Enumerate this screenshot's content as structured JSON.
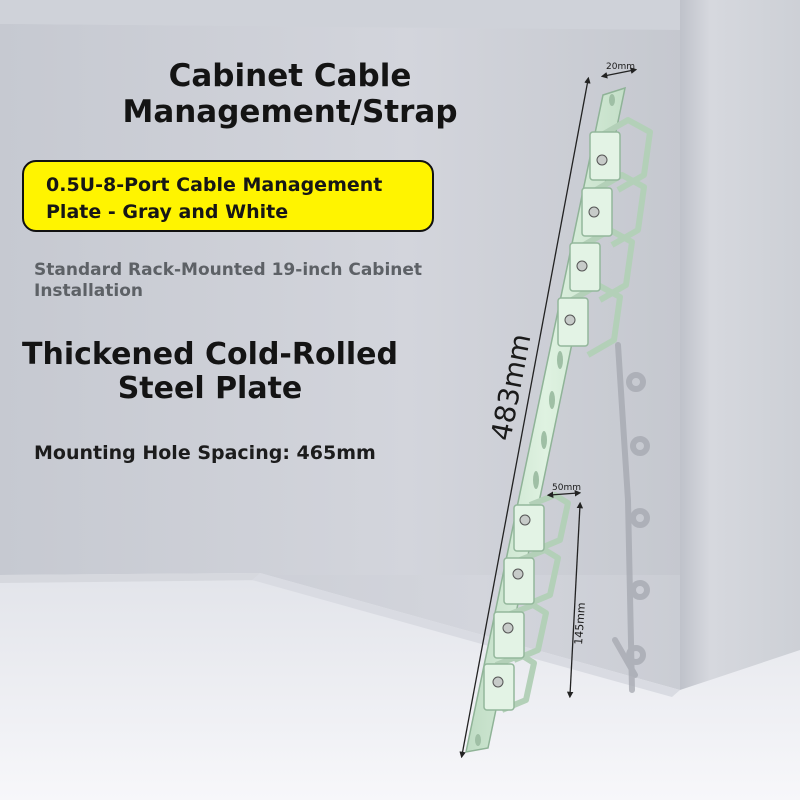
{
  "title": {
    "line1": "Cabinet Cable",
    "line2": "Management/Strap"
  },
  "badge": {
    "line1": "0.5U-8-Port Cable Management",
    "line2": "Plate - Gray and White"
  },
  "standard_text": {
    "line1": "Standard Rack-Mounted 19-inch Cabinet",
    "line2": "Installation"
  },
  "material_text": {
    "line1": "Thickened Cold-Rolled",
    "line2": "Steel Plate"
  },
  "spacing_text": "Mounting Hole Spacing: 465mm",
  "dimensions": {
    "length": "483mm",
    "width_top": "20mm",
    "width_bottom": "50mm",
    "segment": "145mm"
  },
  "colors": {
    "badge": "#fff400",
    "plate": "#d3ecd6",
    "wall": "#c9ccd3",
    "floor": "#ecedf2"
  }
}
